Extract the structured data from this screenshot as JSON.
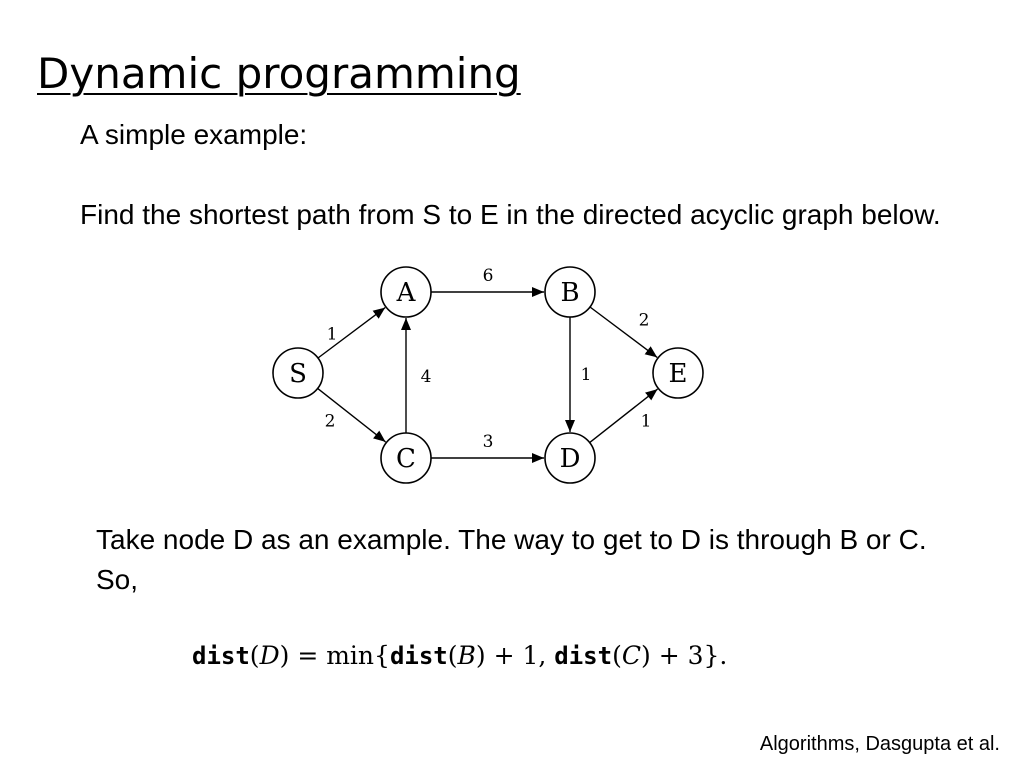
{
  "slide": {
    "title": "Dynamic programming",
    "intro": "A simple example:",
    "problem": "Find the shortest path from S to E in the directed acyclic graph below.",
    "explanation": "Take node D as an example. The way to get to D is through B or C. So,",
    "citation": "Algorithms, Dasgupta et al."
  },
  "formula": {
    "lhs_fn": "dist",
    "lhs_arg": "D",
    "eq": " = ",
    "min": "min",
    "open": "{",
    "t1_fn": "dist",
    "t1_arg": "B",
    "t1_add": " + 1, ",
    "t2_fn": "dist",
    "t2_arg": "C",
    "t2_add": " + 3",
    "close": "}",
    "end": "."
  },
  "graph": {
    "nodes": [
      {
        "id": "S",
        "label": "S"
      },
      {
        "id": "A",
        "label": "A"
      },
      {
        "id": "B",
        "label": "B"
      },
      {
        "id": "C",
        "label": "C"
      },
      {
        "id": "D",
        "label": "D"
      },
      {
        "id": "E",
        "label": "E"
      }
    ],
    "edges": [
      {
        "from": "S",
        "to": "A",
        "weight": "1"
      },
      {
        "from": "S",
        "to": "C",
        "weight": "2"
      },
      {
        "from": "C",
        "to": "A",
        "weight": "4"
      },
      {
        "from": "A",
        "to": "B",
        "weight": "6"
      },
      {
        "from": "C",
        "to": "D",
        "weight": "3"
      },
      {
        "from": "B",
        "to": "D",
        "weight": "1"
      },
      {
        "from": "B",
        "to": "E",
        "weight": "2"
      },
      {
        "from": "D",
        "to": "E",
        "weight": "1"
      }
    ]
  }
}
